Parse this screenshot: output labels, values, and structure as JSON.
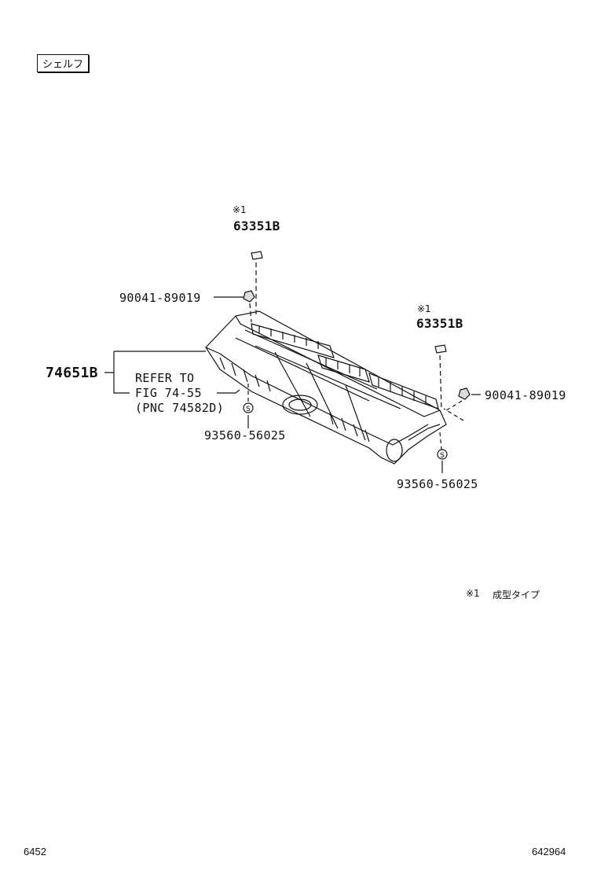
{
  "header": {
    "section_label": "シェルフ"
  },
  "callouts": {
    "clip_left": {
      "note": "※1",
      "part": "63351B"
    },
    "clip_right": {
      "note": "※1",
      "part": "63351B"
    },
    "nut_left": "90041-89019",
    "nut_right": "90041-89019",
    "shelf_part": "74651B",
    "refer_line1": "REFER TO",
    "refer_line2": "FIG 74-55",
    "refer_line3": "(PNC 74582D)",
    "screw_left": "93560-56025",
    "screw_right": "93560-56025",
    "s_symbol": "S"
  },
  "legend": {
    "note_mark": "※1",
    "note_text": "成型タイプ"
  },
  "footer": {
    "left_code": "6452",
    "right_code": "642964"
  }
}
